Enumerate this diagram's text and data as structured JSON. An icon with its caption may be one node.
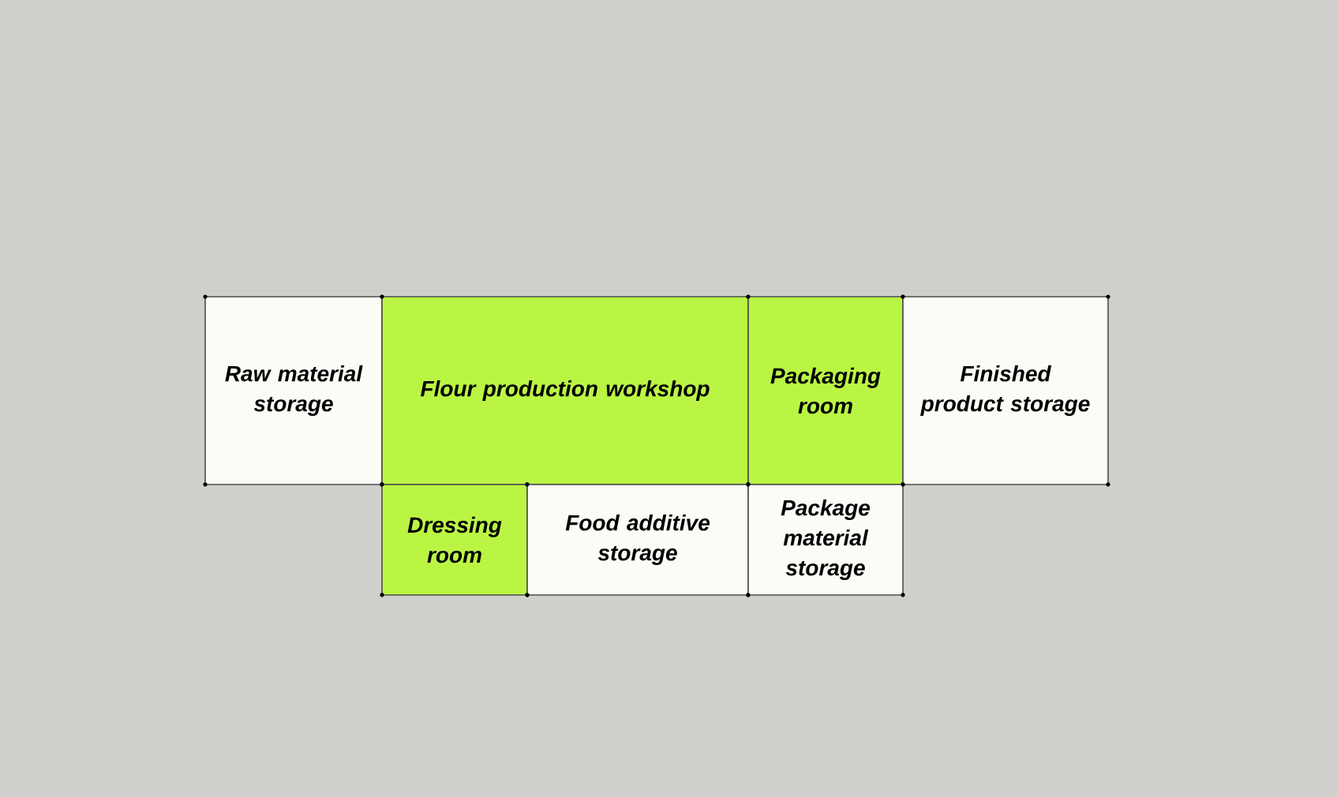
{
  "diagram": {
    "nodes": [
      {
        "text": [
          "Raw material storage"
        ]
      },
      {
        "text": [
          "Flour production workshop"
        ]
      },
      {
        "text": [
          "Packaging room"
        ]
      },
      {
        "text": [
          "Finished product storage"
        ]
      },
      {
        "text": [
          "Dressing room"
        ]
      },
      {
        "text": [
          "Food additive storage"
        ]
      },
      {
        "text": [
          "Package material storage"
        ]
      }
    ]
  }
}
